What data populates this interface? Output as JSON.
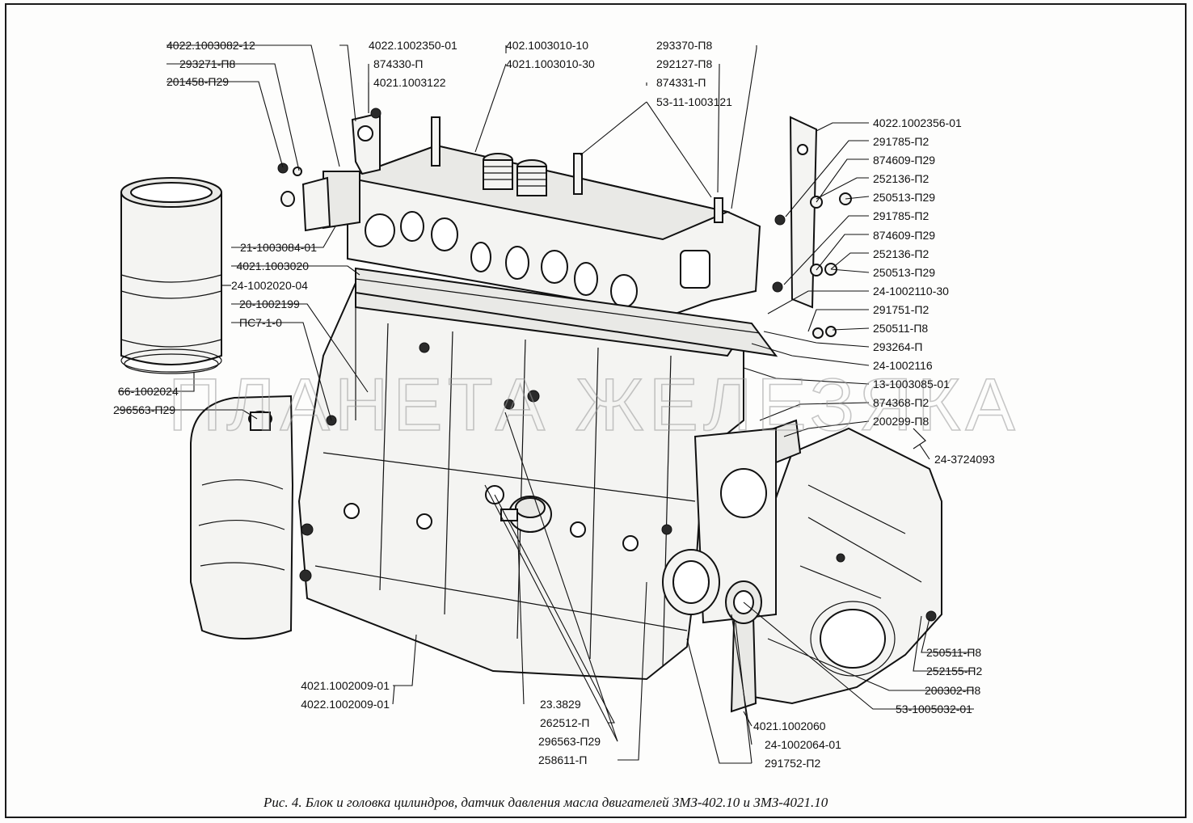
{
  "caption": "Рис. 4. Блок и головка цилиндров, датчик давления масла двигателей ЗМЗ-402.10 и ЗМЗ-4021.10",
  "watermark": "ПЛАНЕТА ЖЕЛЕЗЯКА",
  "labels": {
    "l01": "4022.1003082-12",
    "l02": "293271-П8",
    "l03": "201458-П29",
    "l04": "4022.1002350-01",
    "l05": "874330-П",
    "l06": "4021.1003122",
    "l07": "402.1003010-10",
    "l08": "4021.1003010-30",
    "l09": "293370-П8",
    "l10": "292127-П8",
    "l11": "874331-П",
    "l12": "53-11-1003121",
    "l13": "4022.1002356-01",
    "l14": "291785-П2",
    "l15": "874609-П29",
    "l16": "252136-П2",
    "l17": "250513-П29",
    "l18": "291785-П2",
    "l19": "874609-П29",
    "l20": "252136-П2",
    "l21": "250513-П29",
    "l22": "24-1002110-30",
    "l23": "291751-П2",
    "l24": "250511-П8",
    "l25": "293264-П",
    "l26": "24-1002116",
    "l27": "13-1003085-01",
    "l28": "874368-П2",
    "l29": "200299-П8",
    "l30": "24-3724093",
    "l31": "21-1003084-01",
    "l32": "4021.1003020",
    "l33": "24-1002020-04",
    "l34": "20-1002199",
    "l35": "ПС7-1-0",
    "l36": "66-1002024",
    "l37": "296563-П29",
    "l38": "4021.1002009-01",
    "l39": "4022.1002009-01",
    "l40": "23.3829",
    "l41": "262512-П",
    "l42": "296563-П29",
    "l43": "258611-П",
    "l44": "4021.1002060",
    "l45": "24-1002064-01",
    "l46": "291752-П2",
    "l47": "250511-П8",
    "l48": "252155-П2",
    "l49": "200302-П8",
    "l50": "53-1005032-01"
  }
}
